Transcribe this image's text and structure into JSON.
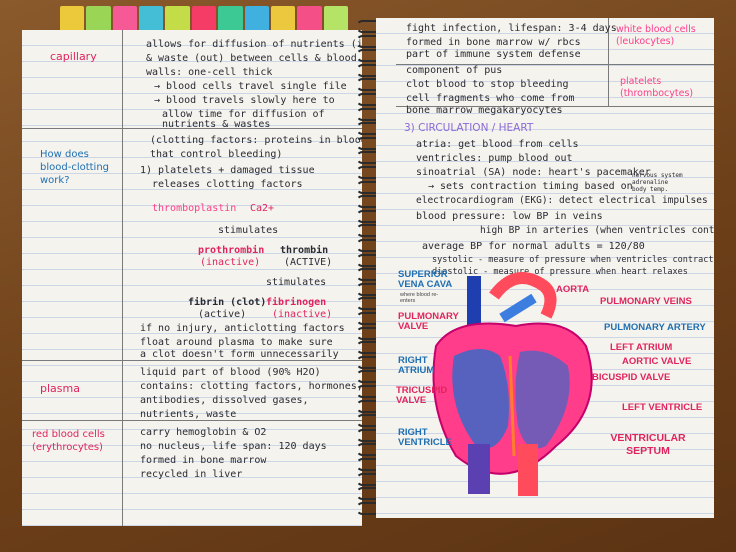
{
  "left_page": {
    "rows": [
      {
        "term": "capillary",
        "lines": [
          "allows for diffusion of nutrients (in)",
          "& waste (out) between cells & blood",
          "walls: one-cell thick",
          "→ blood cells travel single file",
          "→ blood travels slowly here to",
          "allow time for diffusion of",
          "nutrients & wastes"
        ]
      },
      {
        "term": "How does blood-clotting work?",
        "lines": [
          "(clotting factors: proteins in blood",
          "that control bleeding)",
          "1) platelets + damaged tissue",
          "releases clotting factors"
        ]
      },
      {
        "term": "plasma",
        "lines": [
          "liquid part of blood (90% H2O)",
          "contains: clotting factors, hormones,",
          "antibodies, dissolved gases,",
          "nutrients, waste"
        ]
      },
      {
        "term": "red blood cells (erythrocytes)",
        "lines": [
          "carry hemoglobin & O2",
          "no nucleus, life span: 120 days",
          "formed in bone marrow",
          "recycled in liver"
        ]
      }
    ],
    "clotting": {
      "thromboplastin": "thromboplastin",
      "ca": "Ca2+",
      "stimulates1": "stimulates",
      "prothrombin": "prothrombin",
      "prothrombin_state": "(inactive)",
      "thrombin": "thrombin",
      "thrombin_state": "(ACTIVE)",
      "stimulates2": "stimulates",
      "fibrin": "fibrin (clot)",
      "fibrin_state": "(active)",
      "fibrinogen": "fibrinogen",
      "fibrinogen_state": "(inactive)",
      "note1": "if no injury, anticlotting factors",
      "note2": "float around plasma to make sure",
      "note3": "a clot doesn't form unnecessarily"
    }
  },
  "right_page": {
    "top_lines": [
      "fight infection, lifespan: 3-4 days",
      "formed in bone marrow w/ rbcs",
      "part of immune system defense",
      "component of pus",
      "clot blood to stop bleeding",
      "cell fragments who come from",
      "bone marrow megakaryocytes"
    ],
    "side_terms": [
      "white blood cells (leukocytes)",
      "platelets (thrombocytes)"
    ],
    "heading": "3) CIRCULATION / HEART",
    "bullets": [
      "atria: get blood from cells",
      "ventricles: pump blood out",
      "sinoatrial (SA) node: heart's pacemaker",
      "→ sets contraction timing based on",
      "electrocardiogram (EKG): detect electrical impulses",
      "blood pressure: low BP in veins",
      "high BP in arteries (when ventricles contract)",
      "average BP for normal adults = 120/80",
      "systolic - measure of pressure when ventricles contract",
      "diastolic - measure of pressure when heart relaxes"
    ],
    "nervous_note": [
      "nervous system",
      "adrenaline",
      "body temp."
    ]
  },
  "heart_labels": {
    "svc": "SUPERIOR VENA CAVA",
    "svc_sub": "where blood re-enters",
    "aorta": "AORTA",
    "pulm_veins": "PULMONARY VEINS",
    "pulm_valve": "PULMONARY VALVE",
    "pulm_artery": "PULMONARY ARTERY",
    "left_atrium": "LEFT ATRIUM",
    "aortic_valve": "AORTIC VALVE",
    "right_atrium": "RIGHT ATRIUM",
    "bicuspid": "BICUSPID VALVE",
    "tricuspid": "TRICUSPID VALVE",
    "left_ventricle": "LEFT VENTRICLE",
    "right_ventricle": "RIGHT VENTRICLE",
    "septum": "VENTRICULAR SEPTUM"
  },
  "colors": {
    "tabs": [
      "#f4d23c",
      "#9be05a",
      "#ff5aa0",
      "#3fc7e6",
      "#c9e84a",
      "#ff3b6b",
      "#36d49c",
      "#3bb8f0",
      "#f5d341",
      "#ff4f8f",
      "#b8f06a"
    ]
  }
}
